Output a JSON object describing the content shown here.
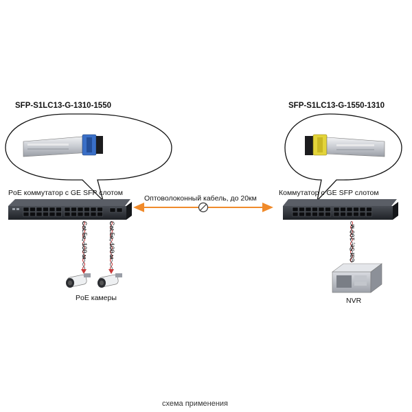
{
  "left_module": {
    "title": "SFP-S1LC13-G-1310-1550"
  },
  "right_module": {
    "title": "SFP-S1LC13-G-1550-1310"
  },
  "left_switch": {
    "label": "PoE коммутатор с GE SFP слотом"
  },
  "right_switch": {
    "label": "Коммутатор с GE SFP слотом"
  },
  "fiber": {
    "label": "Оптоволоконный кабель, до 20км"
  },
  "cables": {
    "cam1": "Cat 5e, 100 м",
    "cam2": "Cat 5e, 100 м",
    "nvr": "Cat 5e, 100 м"
  },
  "cameras": {
    "label": "PoE камеры"
  },
  "nvr": {
    "label": "NVR"
  },
  "caption": "схема применения",
  "colors": {
    "arrow": "#f08a2a",
    "cable": "#c73a3a",
    "switch": "#2a2d33"
  }
}
